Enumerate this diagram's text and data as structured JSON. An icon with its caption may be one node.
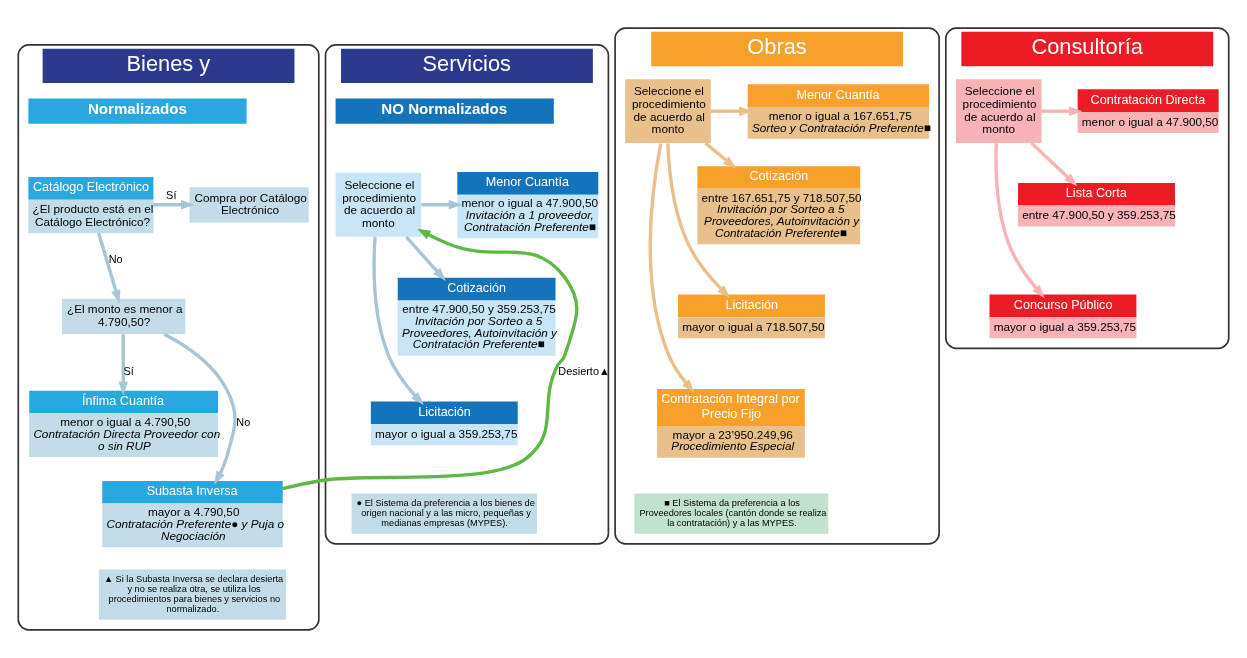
{
  "diagram": {
    "nodes": [
      {
        "text": [
          "Bienes y"
        ]
      },
      {
        "text": [
          "Normalizados"
        ],
        "in": 0
      },
      {
        "text": [
          "Catálogo Electrónico",
          "¿El producto está en el Catálogo Electrónico?"
        ],
        "in": 0
      },
      {
        "text": [
          "Compra por Catálogo Electrónico"
        ],
        "in": 0
      },
      {
        "text": [
          "¿El monto es menor a 4.790,50?"
        ],
        "in": 0
      },
      {
        "text": [
          "Ínfima Cuantía",
          "menor o igual a 4.790,50",
          "Contratación Directa Proveedor con o sin RUP"
        ],
        "in": 0
      },
      {
        "text": [
          "Subasta Inversa",
          "mayor a 4.790,50",
          "Contratación Preferente● y Puja o Negociación"
        ],
        "in": 0
      },
      {
        "text": [
          "▲ Si la Subasta Inversa se declara desierta y no se realiza otra, se utiliza los procedimientos para bienes y servicios no normalizado."
        ],
        "in": 0
      },
      {
        "text": [
          "Servicios"
        ]
      },
      {
        "text": [
          "NO Normalizados"
        ],
        "in": 8
      },
      {
        "text": [
          "Seleccione el procedimiento de acuerdo al monto"
        ],
        "in": 8
      },
      {
        "text": [
          "Menor Cuantía",
          "menor o igual a 47.900,50",
          "Invitación a 1 proveedor, Contratación Preferente■"
        ],
        "in": 8
      },
      {
        "text": [
          "Cotización",
          "entre 47.900,50 y 359.253,75",
          "Invitación por Sorteo a 5 Proveedores, Autoinvitación y Contratación Preferente■"
        ],
        "in": 8
      },
      {
        "text": [
          "Licitación",
          "mayor o igual a 359.253,75"
        ],
        "in": 8
      },
      {
        "text": [
          "● El Sistema da preferencia a los bienes de origen nacional y a las micro, pequeñas y medianas empresas (MYPES)."
        ],
        "in": 8
      },
      {
        "text": [
          "Obras"
        ]
      },
      {
        "text": [
          "Seleccione el procedimiento de acuerdo al monto"
        ],
        "in": 15
      },
      {
        "text": [
          "Menor Cuantía",
          "menor o igual a 167.651,75",
          "Sorteo y Contratación Preferente■"
        ],
        "in": 15
      },
      {
        "text": [
          "Cotización",
          "entre 167.651,75 y 718.507,50",
          "Invitación por Sorteo a 5 Proveedores, Autoinvitación y Contratación Preferente■"
        ],
        "in": 15
      },
      {
        "text": [
          "Licitación",
          "mayor o igual a 718.507,50"
        ],
        "in": 15
      },
      {
        "text": [
          "Contratación Integral por Precio Fijo",
          "mayor a 23’950.249,96",
          "Procedimiento Especial"
        ],
        "in": 15
      },
      {
        "text": [
          "■ El Sistema da preferencia a los Proveedores locales (cantón donde se realiza la contratación) y a las MYPES."
        ],
        "in": 15
      },
      {
        "text": [
          "Consultoría"
        ]
      },
      {
        "text": [
          "Seleccione el procedimiento de acuerdo al monto"
        ],
        "in": 22
      },
      {
        "text": [
          "Contratación Directa",
          "menor o igual a 47.900,50"
        ],
        "in": 22
      },
      {
        "text": [
          "Lista Corta",
          "entre 47.900,50 y 359.253,75"
        ],
        "in": 22
      },
      {
        "text": [
          "Concurso Público",
          "mayor o igual a 359.253,75"
        ],
        "in": 22
      }
    ],
    "edges": [
      {
        "from": 2,
        "to": 3,
        "arrow": "to",
        "label": "Sí"
      },
      {
        "from": 2,
        "to": 4,
        "arrow": "to",
        "label": "No"
      },
      {
        "from": 4,
        "to": 5,
        "arrow": "to",
        "label": "Sí"
      },
      {
        "from": 4,
        "to": 6,
        "arrow": "to",
        "label": "No"
      },
      {
        "from": 6,
        "to": 10,
        "arrow": "to",
        "label": "Desierto▲",
        "color": "#5cb946"
      },
      {
        "from": 10,
        "to": 11,
        "arrow": "to"
      },
      {
        "from": 10,
        "to": 12,
        "arrow": "to"
      },
      {
        "from": 10,
        "to": 13,
        "arrow": "to"
      },
      {
        "from": 16,
        "to": 17,
        "arrow": "to",
        "color": "#e9c08c"
      },
      {
        "from": 16,
        "to": 18,
        "arrow": "to",
        "color": "#e9c08c"
      },
      {
        "from": 16,
        "to": 19,
        "arrow": "to",
        "color": "#e9c08c"
      },
      {
        "from": 16,
        "to": 20,
        "arrow": "to",
        "color": "#e9c08c"
      },
      {
        "from": 23,
        "to": 24,
        "arrow": "to",
        "color": "#f7b3b6"
      },
      {
        "from": 23,
        "to": 25,
        "arrow": "to",
        "color": "#f7b3b6"
      },
      {
        "from": 23,
        "to": 26,
        "arrow": "to",
        "color": "#f7b3b6"
      }
    ]
  }
}
